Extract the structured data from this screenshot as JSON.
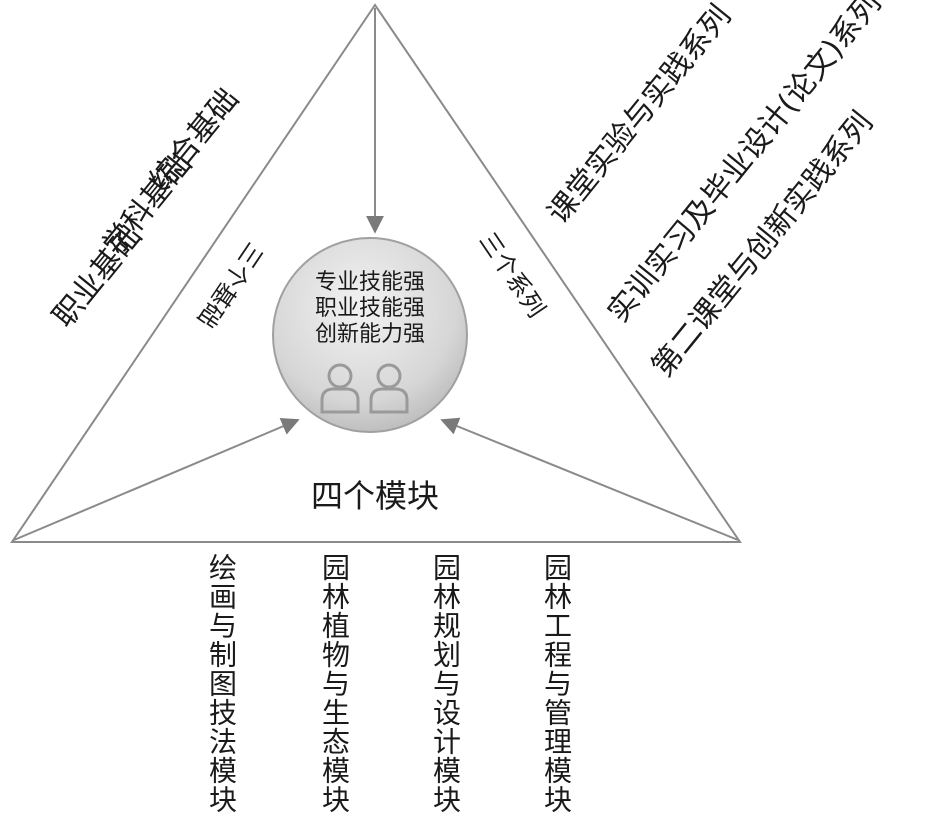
{
  "colors": {
    "line": "#8a8a8a",
    "circle_fill": "#d9d9d9",
    "text": "#1a1a1a"
  },
  "center": {
    "lines": [
      "专业技能强",
      "职业技能强",
      "创新能力强"
    ],
    "icon": "two-people-icon"
  },
  "left_side": {
    "group_label": "三个基础",
    "items": [
      "综合基础",
      "学科基础",
      "职业基础"
    ]
  },
  "right_side": {
    "group_label": "三个系列",
    "items": [
      "课堂实验与实践系列",
      "实训实习及毕业设计(论文)系列",
      "第二课堂与创新实践系列"
    ]
  },
  "bottom": {
    "title": "四个模块",
    "modules": [
      "绘画与制图技法模块",
      "园林植物与生态模块",
      "园林规划与设计模块",
      "园林工程与管理模块"
    ]
  }
}
